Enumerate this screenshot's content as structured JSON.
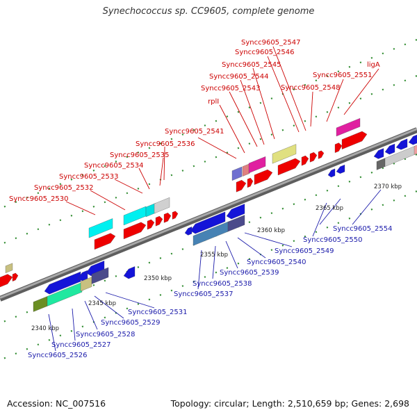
{
  "title": "Synechococcus sp. CC9605, complete genome",
  "footer": {
    "accession": "Accession: NC_007516",
    "summary": "Topology: circular; Length: 2,510,659 bp; Genes: 2,698"
  },
  "colors": {
    "top_labels": "#cc0000",
    "bottom_labels": "#1a1aaa",
    "backbone": "#8a8a8a",
    "ticks": "#2e8b2e",
    "red_gene": "#ee0000",
    "blue_gene": "#1414d8"
  },
  "ruler_labels": [
    "2340 kbp",
    "2345 kbp",
    "2350 kbp",
    "2355 kbp",
    "2360 kbp",
    "2365 kbp",
    "2370 kbp"
  ],
  "top_labels": [
    "Syncc9605_2530",
    "Syncc9605_2532",
    "Syncc9605_2533",
    "Syncc9605_2534",
    "Syncc9605_2535",
    "Syncc9605_2536",
    "Syncc9605_2541",
    "rplI",
    "Syncc9605_2543",
    "Syncc9605_2544",
    "Syncc9605_2545",
    "Syncc9605_2546",
    "Syncc9605_2547",
    "Syncc9605_2548",
    "Syncc9605_2551",
    "ligA"
  ],
  "bottom_labels": [
    "Syncc9605_2526",
    "Syncc9605_2527",
    "Syncc9605_2528",
    "Syncc9605_2529",
    "Syncc9605_2531",
    "Syncc9605_2537",
    "Syncc9605_2538",
    "Syncc9605_2539",
    "Syncc9605_2540",
    "Syncc9605_2549",
    "Syncc9605_2550",
    "Syncc9605_2554"
  ]
}
